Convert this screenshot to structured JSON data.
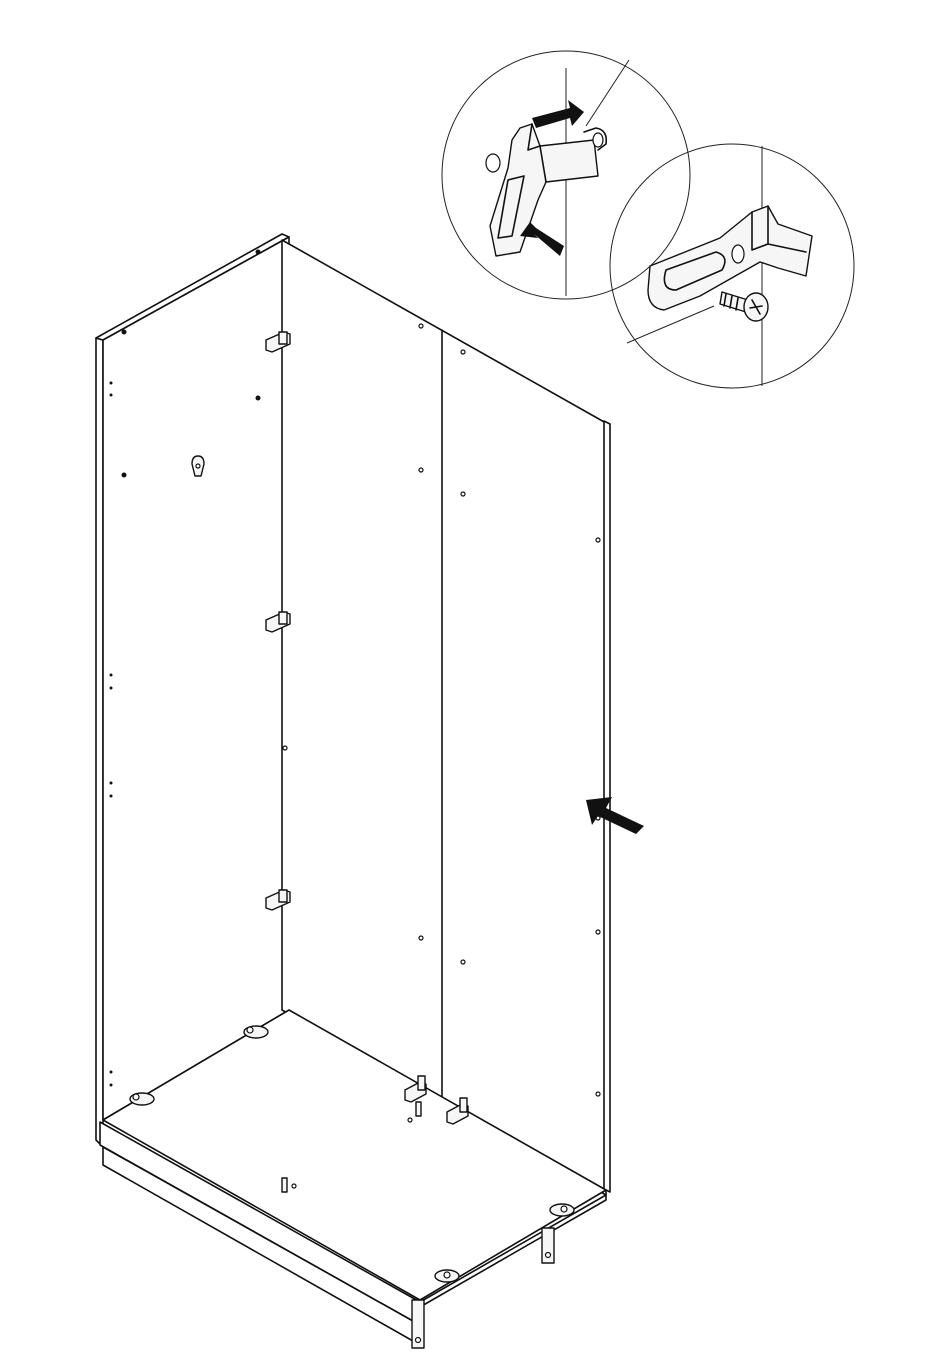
{
  "diagram": {
    "type": "assembly-instruction",
    "main_view": "wardrobe-carcass-back-panel-insertion",
    "detail_views": [
      "bracket-clip-detail",
      "bracket-screw-detail"
    ],
    "line_color": "#111111",
    "background_color": "#ffffff",
    "icons": [
      "insert-arrow-icon",
      "push-arrow-icon",
      "screw-icon",
      "bracket-icon"
    ]
  }
}
